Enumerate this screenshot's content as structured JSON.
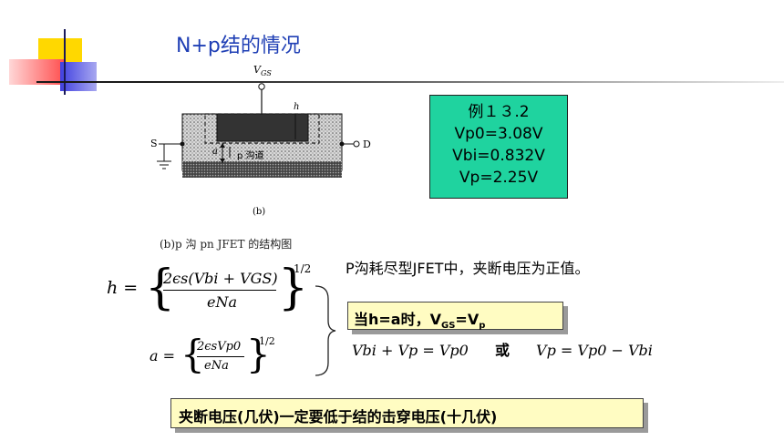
{
  "slide": {
    "title": "N+p结的情况",
    "example": {
      "heading": "例１３.2",
      "lines": [
        "Vp0=3.08V",
        "Vbi=0.832V",
        "Vp=2.25V"
      ]
    },
    "figure": {
      "terminal_gate": "V",
      "terminal_gate_sub": "GS",
      "label_h": "h",
      "label_a": "a",
      "label_channel": "p 沟道",
      "label_s": "S",
      "label_d": "D",
      "label_b": "(b)",
      "caption": "(b)p 沟 pn JFET 的结构图"
    },
    "statement": "P沟耗尽型JFET中，夹断电压为正值。",
    "condition": {
      "prefix": "当h=a时，V",
      "sub1": "GS",
      "mid": "=V",
      "sub2": "p"
    },
    "equation_h": {
      "lhs": "h",
      "numerator": "2ϵs(Vbi + VGS)",
      "denominator": "eNa",
      "exponent": "1/2"
    },
    "equation_a": {
      "lhs": "a",
      "numerator": "2ϵsVp0",
      "denominator": "eNa",
      "exponent": "1/2"
    },
    "relation": {
      "left": "Vbi + Vp = Vp0",
      "connector": "或",
      "right": "Vp = Vp0 − Vbi"
    },
    "note": "夹断电压(几伏)一定要低于结的击穿电压(十几伏)",
    "colors": {
      "title": "#1f3fb5",
      "example_bg": "#1fd39f",
      "callout_bg": "#fffcc2"
    }
  }
}
